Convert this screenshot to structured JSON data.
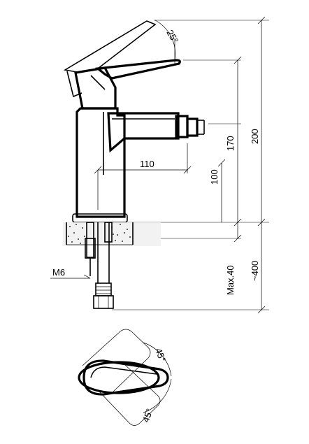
{
  "labels": {
    "angle_top": "25°",
    "angle_plan_upper": "45°",
    "angle_plan_lower": "45°",
    "spout_reach": "110",
    "spout_height": "100",
    "outlet_height": "170",
    "total_height": "200",
    "thread": "M6",
    "max_deck": "Max.40",
    "hose_length": "~400"
  }
}
